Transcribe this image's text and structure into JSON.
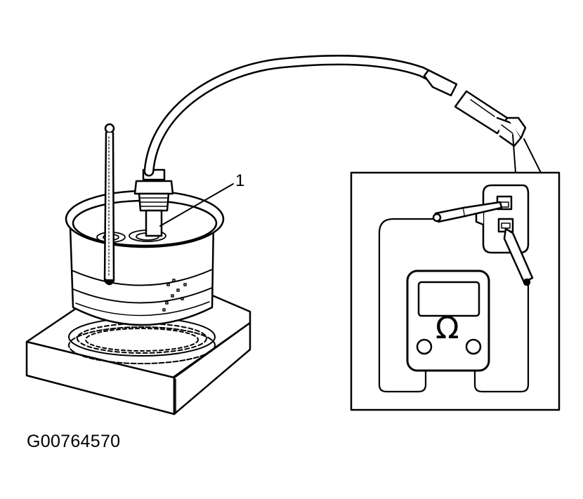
{
  "diagram": {
    "callout_label": "1",
    "figure_id": "G00764570",
    "meter_symbol": "Ω"
  },
  "colors": {
    "line": "#000000",
    "background": "#ffffff"
  },
  "icons": {
    "meter": "ohmmeter-icon",
    "thermometer": "thermometer-icon",
    "sensor": "temperature-sensor-icon",
    "connector": "connector-icon",
    "heater": "hot-plate-icon"
  }
}
